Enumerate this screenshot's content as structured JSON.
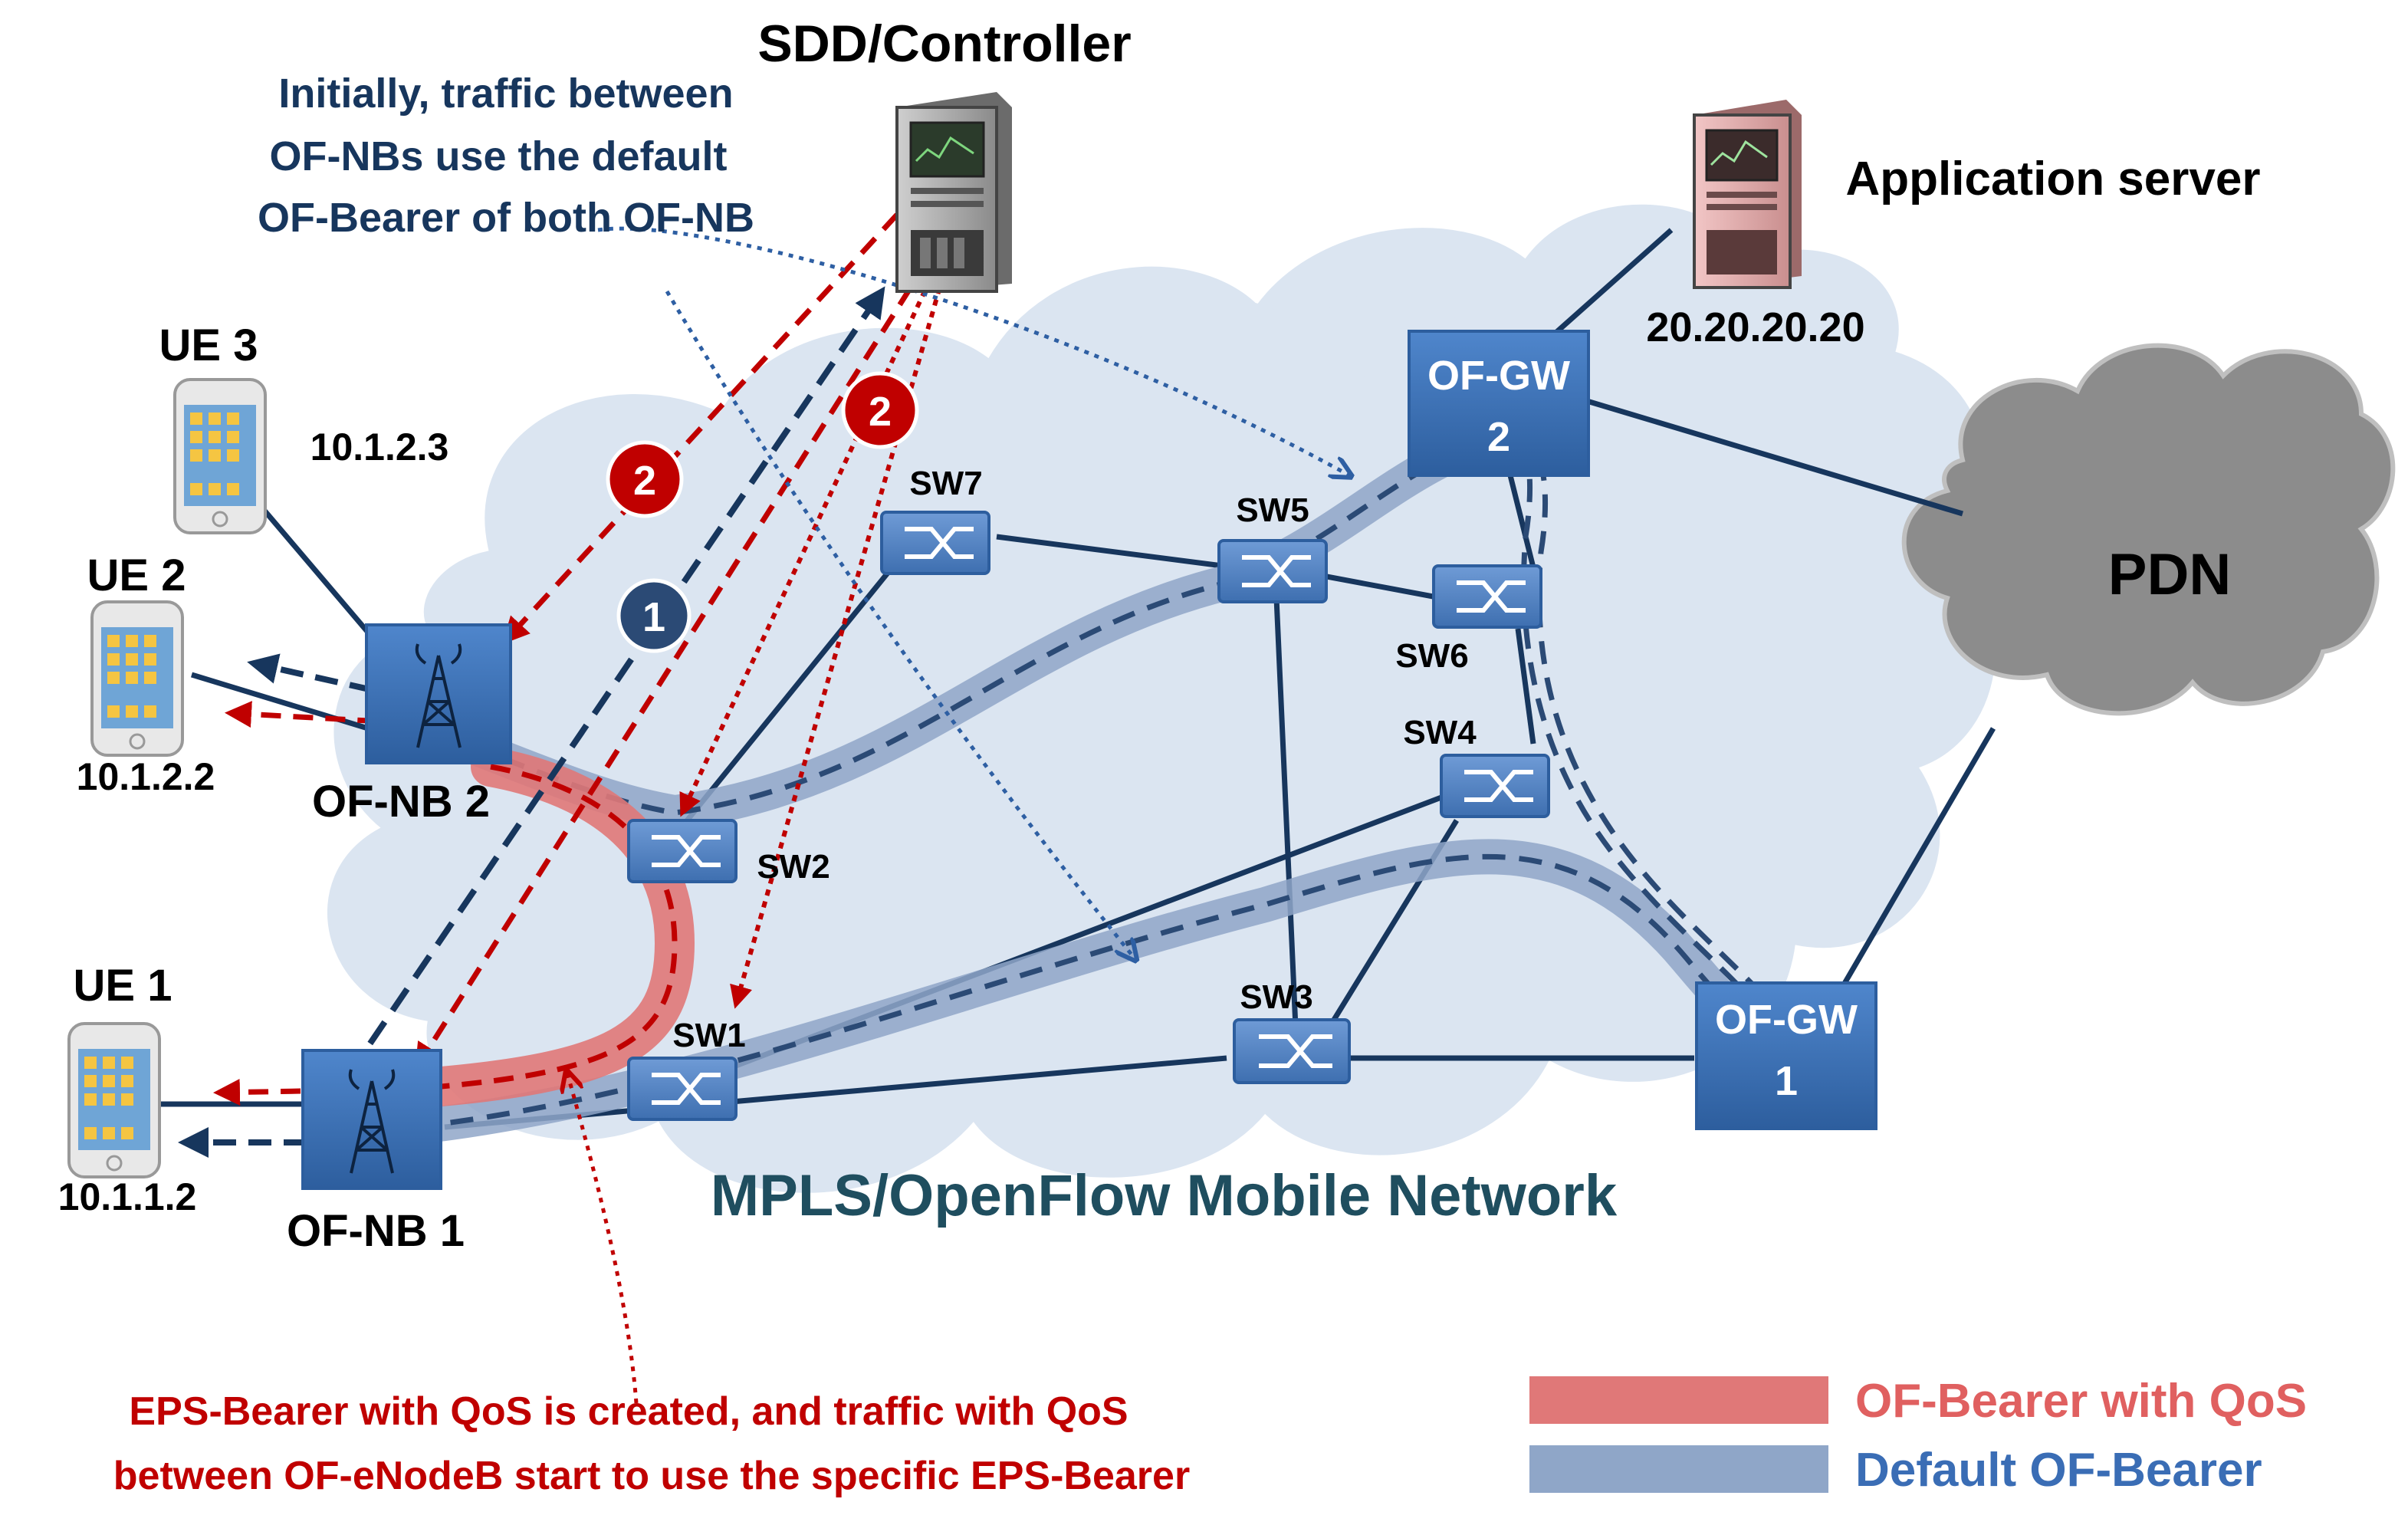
{
  "title": "SDD/Controller",
  "annotation_top": [
    "Initially, traffic between",
    "OF-NBs use the default",
    "OF-Bearer of both OF-NB"
  ],
  "annotation_bottom": [
    "EPS-Bearer with QoS is created, and traffic with QoS",
    "between OF-eNodeB start to use the specific EPS-Bearer"
  ],
  "network_label": "MPLS/OpenFlow Mobile Network",
  "pdn_label": "PDN",
  "app_server": {
    "label": "Application server",
    "ip": "20.20.20.20"
  },
  "ues": [
    {
      "label": "UE 3",
      "ip": "10.1.2.3"
    },
    {
      "label": "UE 2",
      "ip": "10.1.2.2"
    },
    {
      "label": "UE 1",
      "ip": "10.1.1.2"
    }
  ],
  "nodebs": {
    "nb2": "OF-NB 2",
    "nb1": "OF-NB 1"
  },
  "gateways": {
    "gw2": [
      "OF-GW",
      "2"
    ],
    "gw1": [
      "OF-GW",
      "1"
    ]
  },
  "switches": [
    "SW1",
    "SW2",
    "SW3",
    "SW4",
    "SW5",
    "SW6",
    "SW7"
  ],
  "steps": {
    "step1": "1",
    "step2a": "2",
    "step2b": "2"
  },
  "legend": [
    {
      "label": "OF-Bearer with QoS",
      "color": "#e07878",
      "text_color": "#e06060"
    },
    {
      "label": "Default OF-Bearer",
      "color": "#8fa6c8",
      "text_color": "#3a6db5"
    }
  ],
  "colors": {
    "navy_link": "#17365d",
    "red_arrow": "#c00000",
    "cloud": "#dbe5f1",
    "switch": "#4f81bd",
    "pdn_cloud": "#8c8c8c"
  }
}
